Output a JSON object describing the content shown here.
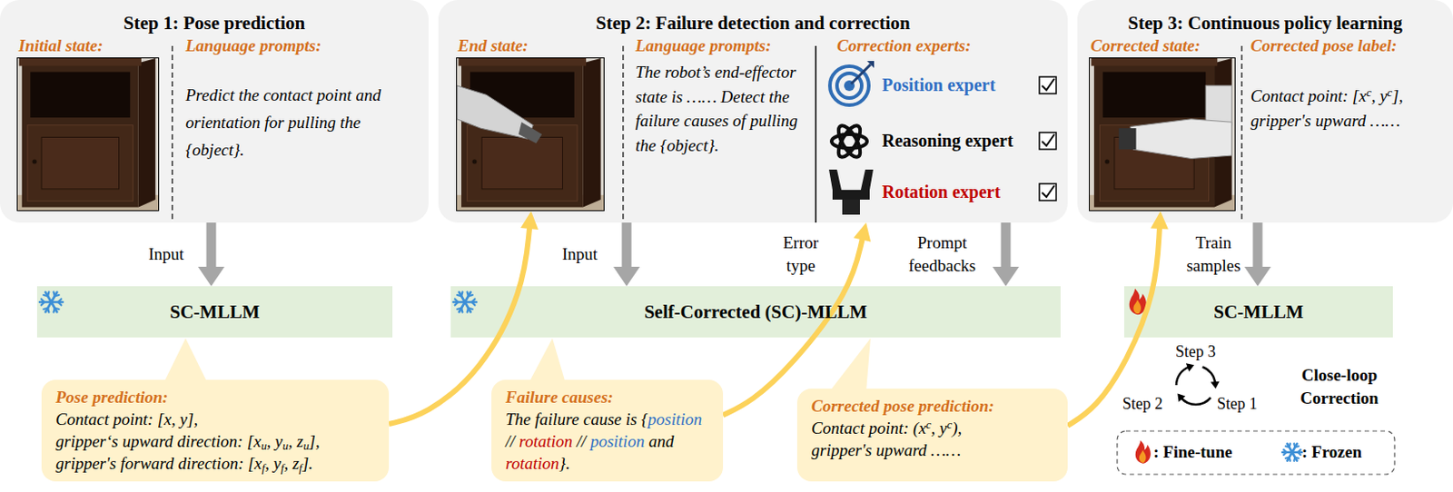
{
  "diagram": {
    "nodes": [
      {
        "text": [
          "Step 1: Pose prediction"
        ]
      },
      {
        "text": [
          "Initial state:"
        ],
        "in": 0
      },
      {
        "text": [
          "Step 2: Failure detection and correction"
        ]
      },
      {
        "text": [
          "End state:"
        ],
        "in": 2
      },
      {
        "text": [
          "Step 3: Continuous policy learning"
        ]
      },
      {
        "text": [
          "Corrected state:"
        ],
        "in": 4
      },
      {
        "text": [
          "SC-MLLM"
        ]
      },
      {
        "text": [
          "Self-Corrected (SC)-MLLM"
        ]
      },
      {
        "text": [
          "SC-MLLM"
        ]
      },
      {
        "text": [
          "Pose prediction:",
          "Contact point: [x, y],",
          "gripper‘s upward direction: [xu, yu, zu],",
          "gripper's forward direction: [xf, yf, zf]."
        ]
      },
      {
        "text": [
          "Failure causes:",
          "The failure cause is {position // rotation // position and rotation}."
        ]
      },
      {
        "text": [
          "Corrected pose prediction:",
          "Contact point: (xc, yc),",
          "gripper's upward ……"
        ]
      }
    ],
    "edges": [
      {
        "from": 0,
        "to": 6,
        "arrow": "to",
        "label": "Input"
      },
      {
        "from": 2,
        "to": 7,
        "arrow": "to",
        "label": "Input"
      },
      {
        "from": 9,
        "to": 3,
        "arrow": "to"
      },
      {
        "from": 10,
        "to": 2,
        "arrow": "to",
        "label": "Error type"
      },
      {
        "from": 2,
        "to": 7,
        "arrow": "to",
        "label": "Prompt feedbacks"
      },
      {
        "from": 11,
        "to": 5,
        "arrow": "to"
      },
      {
        "from": 4,
        "to": 8,
        "arrow": "to",
        "label": "Train samples"
      }
    ],
    "labels": [
      "Language prompts:",
      "Predict the contact point and orientation for pulling the {object}.",
      "Language prompts:",
      "The robot’s end-effector state is …… Detect the failure causes of pulling the {object}.",
      "Correction experts:",
      "Position expert",
      "Reasoning expert",
      "Rotation expert",
      "Corrected pose label:",
      "Contact point: [xc, yc],",
      "gripper's upward ……",
      "Step 3",
      "Step 2",
      "Step 1",
      "Close-loop Correction"
    ],
    "legend": [
      {
        "text": ": Fine-tune"
      },
      {
        "text": ": Frozen"
      }
    ]
  }
}
